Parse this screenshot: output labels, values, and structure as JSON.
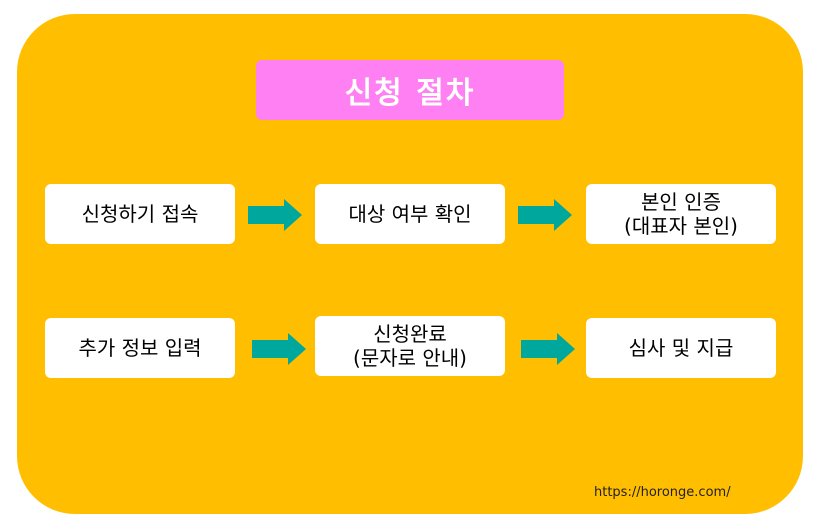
{
  "title": "신청 절차",
  "row1": {
    "step1": {
      "line1": "신청하기 접속"
    },
    "step2": {
      "line1": "대상 여부 확인"
    },
    "step3": {
      "line1": "본인 인증",
      "line2": "(대표자 본인)"
    }
  },
  "row2": {
    "step1": {
      "line1": "추가 정보 입력"
    },
    "step2": {
      "line1": "신청완료",
      "line2": "(문자로 안내)"
    },
    "step3": {
      "line1": "심사 및 지급"
    }
  },
  "footer": {
    "url": "https://horonge.com/"
  },
  "colors": {
    "background_panel": "#ffbf00",
    "title_box": "#ff80f2",
    "arrow": "#00a79d",
    "step_box": "#ffffff"
  }
}
